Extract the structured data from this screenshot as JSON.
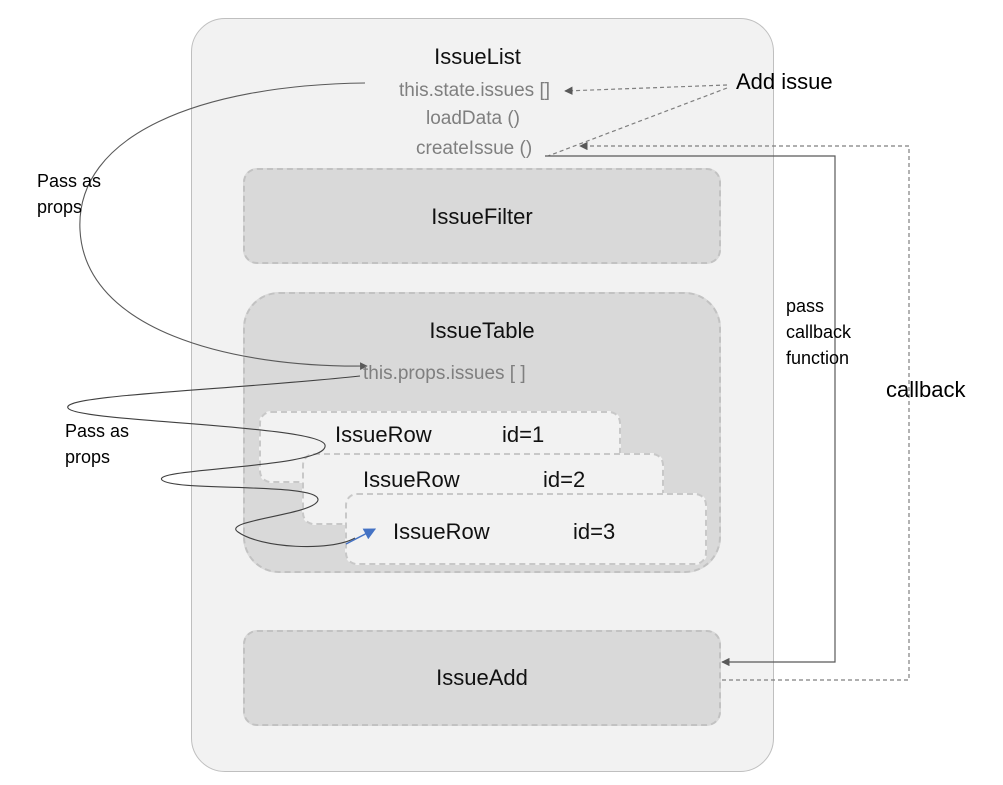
{
  "components": {
    "issue_list": "IssueList",
    "issue_filter": "IssueFilter",
    "issue_table": "IssueTable",
    "issue_add": "IssueAdd",
    "rows": [
      {
        "name": "IssueRow",
        "id": "id=1"
      },
      {
        "name": "IssueRow",
        "id": "id=2"
      },
      {
        "name": "IssueRow",
        "id": "id=3"
      }
    ]
  },
  "members": {
    "state_issues": "this.state.issues []",
    "load_data": "loadData ()",
    "create_issue": "createIssue ()",
    "props_issues": "this.props.issues [ ]"
  },
  "annotations": {
    "add_issue": "Add issue",
    "pass_as_props_1": "Pass as props",
    "pass_as_props_2": "Pass as props",
    "pass_callback": "pass callback function",
    "callback": "callback"
  },
  "colors": {
    "outer_fill": "#f2f2f2",
    "box_fill": "#d9d9d9",
    "dash": "#c2c2c2",
    "arrow": "#595959",
    "accent_arrow": "#4472c4"
  }
}
